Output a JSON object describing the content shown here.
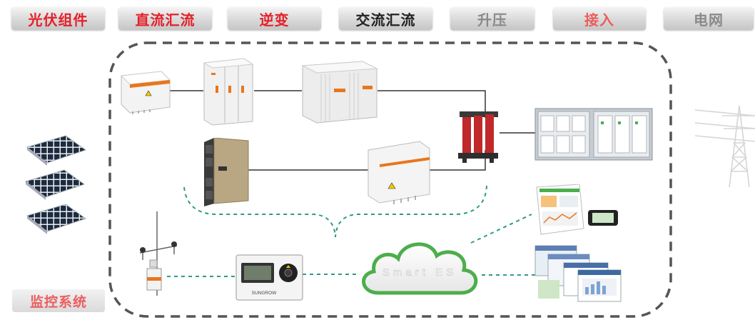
{
  "tabs": [
    {
      "label": "光伏组件"
    },
    {
      "label": "直流汇流"
    },
    {
      "label": "逆变"
    },
    {
      "label": "交流汇流"
    },
    {
      "label": "升压"
    },
    {
      "label": "接入"
    },
    {
      "label": "电网"
    }
  ],
  "monitor_label": "监控系统",
  "cloud_label": "Smart ES",
  "logger_brand": "SUNGROW",
  "colors": {
    "red_label": "#e5202a",
    "pink_label": "#ec5d5d",
    "gray_label": "#8a8a8a",
    "dark_label": "#222222",
    "dash_teal": "#2e9a88",
    "cloud_green": "#4cae4c",
    "box_dash": "#555555",
    "transformer_red": "#c0282a",
    "accent_orange": "#e8761e"
  }
}
